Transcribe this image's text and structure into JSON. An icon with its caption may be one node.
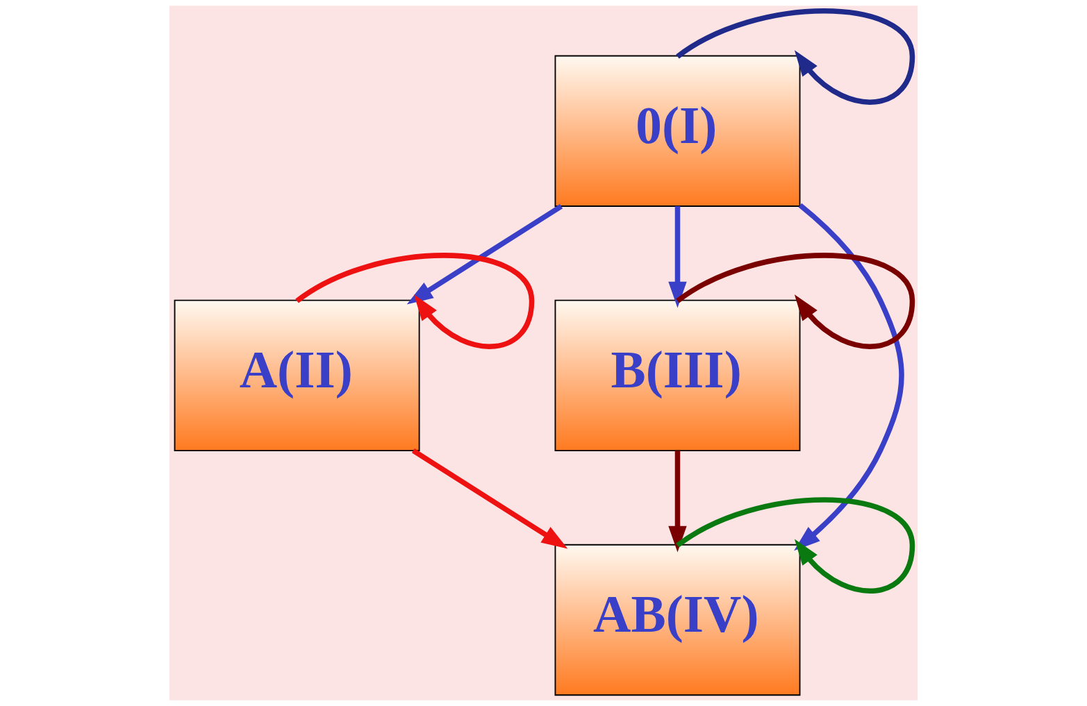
{
  "diagram": {
    "nodes": [
      {
        "text": [
          "0(I)"
        ]
      },
      {
        "text": [
          "A(II)"
        ]
      },
      {
        "text": [
          "B(III)"
        ]
      },
      {
        "text": [
          "AB(IV)"
        ]
      }
    ],
    "edges": [
      {
        "from": 0,
        "to": 0,
        "arrow": "to",
        "color": "#1f2a8a"
      },
      {
        "from": 0,
        "to": 1,
        "arrow": "to"
      },
      {
        "from": 0,
        "to": 3,
        "arrow": "to"
      },
      {
        "from": 0,
        "to": 2,
        "arrow": "to"
      },
      {
        "from": 1,
        "to": 1,
        "arrow": "to",
        "color": "#ee1111"
      },
      {
        "from": 2,
        "to": 2,
        "arrow": "to",
        "color": "#7a0000"
      },
      {
        "from": 3,
        "to": 3,
        "arrow": "to",
        "color": "#0a7a10"
      },
      {
        "from": 1,
        "to": 3,
        "arrow": "to",
        "color": "#ee1111"
      },
      {
        "from": 2,
        "to": 3,
        "arrow": "to",
        "color": "#7a0000"
      }
    ]
  }
}
